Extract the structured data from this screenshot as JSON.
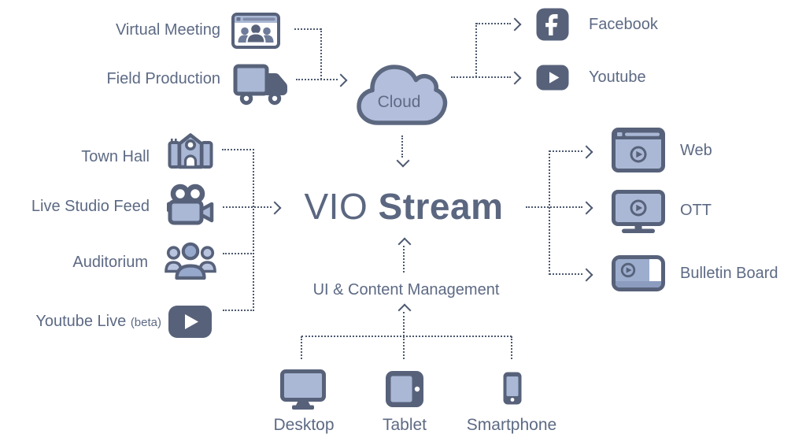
{
  "title": "VIO Stream platform diagram",
  "colors": {
    "dark_slate": "#57627a",
    "light_periwinkle": "#aab8d6",
    "cloud_fill": "#b2bedb",
    "panel_medium": "#9cadce",
    "panel_strip": "#8b9cbf",
    "text": "#5d6a84",
    "connector": "#4d5970",
    "background": "#ffffff"
  },
  "center": {
    "title_light": "VIO",
    "title_bold": "Stream",
    "cloud_label": "Cloud",
    "management_label": "UI & Content Management"
  },
  "sources": {
    "top": [
      {
        "label": "Virtual Meeting",
        "icon": "virtual-meeting-icon"
      },
      {
        "label": "Field Production",
        "icon": "truck-icon"
      }
    ],
    "left": [
      {
        "label": "Town Hall",
        "icon": "town-hall-icon"
      },
      {
        "label": "Live Studio Feed",
        "icon": "video-camera-icon"
      },
      {
        "label": "Auditorium",
        "icon": "audience-icon"
      },
      {
        "label": "Youtube Live",
        "suffix": "(beta)",
        "icon": "youtube-play-icon"
      }
    ]
  },
  "destinations": {
    "social": [
      {
        "label": "Facebook",
        "icon": "facebook-icon"
      },
      {
        "label": "Youtube",
        "icon": "youtube-icon"
      }
    ],
    "outputs": [
      {
        "label": "Web",
        "icon": "browser-player-icon"
      },
      {
        "label": "OTT",
        "icon": "tv-player-icon"
      },
      {
        "label": "Bulletin Board",
        "icon": "bulletin-player-icon"
      }
    ]
  },
  "devices": [
    {
      "label": "Desktop",
      "icon": "desktop-icon"
    },
    {
      "label": "Tablet",
      "icon": "tablet-icon"
    },
    {
      "label": "Smartphone",
      "icon": "smartphone-icon"
    }
  ]
}
